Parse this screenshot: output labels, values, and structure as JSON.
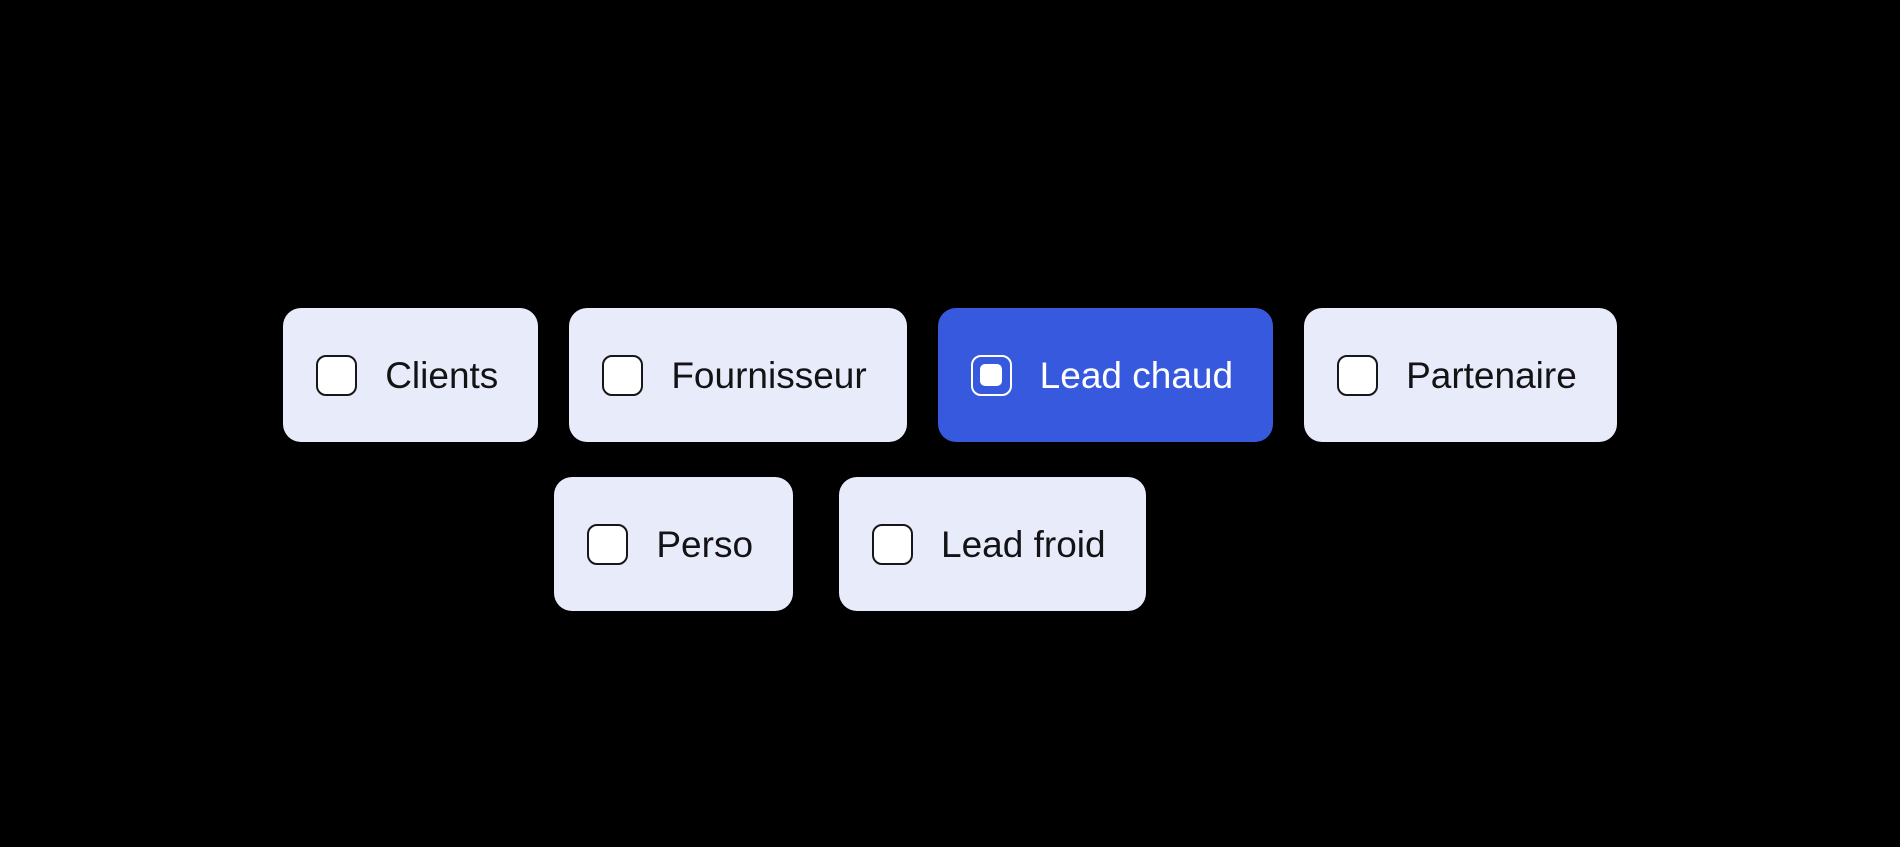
{
  "canvas": {
    "background": "#000000"
  },
  "tag_filter": {
    "colors": {
      "chip_background": "#e8ebf9",
      "chip_text": "#131316",
      "selected_background": "#3659de",
      "selected_text": "#ffffff",
      "checkbox_border": "#17171b",
      "checkbox_fill": "#ffffff"
    },
    "chips": [
      {
        "label": "Clients",
        "checked": false,
        "row": 1
      },
      {
        "label": "Fournisseur",
        "checked": false,
        "row": 1
      },
      {
        "label": "Lead chaud",
        "checked": true,
        "row": 1
      },
      {
        "label": "Partenaire",
        "checked": false,
        "row": 1
      },
      {
        "label": "Perso",
        "checked": false,
        "row": 2
      },
      {
        "label": "Lead froid",
        "checked": false,
        "row": 2
      }
    ]
  }
}
